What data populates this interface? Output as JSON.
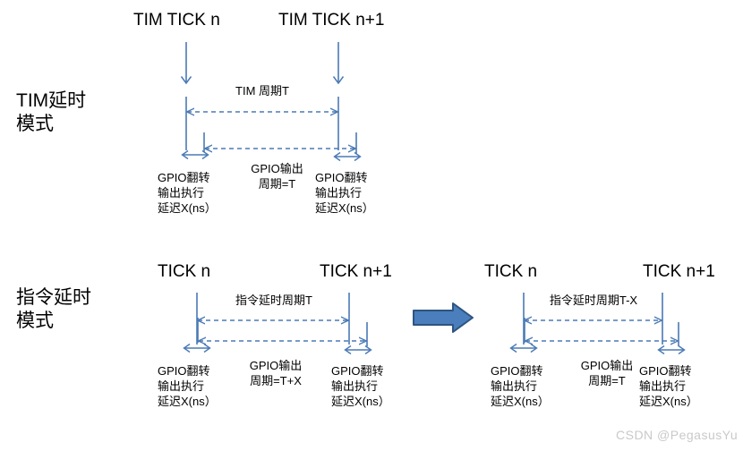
{
  "theme": {
    "line_color": "#4a7ab5",
    "arrow_fill": "#4a7ebc",
    "arrow_stroke": "#2e5481",
    "text_color": "#000000",
    "watermark_color": "#c9c9c9",
    "background": "#ffffff"
  },
  "watermark": {
    "text": "CSDN @PegasusYu"
  },
  "panels": {
    "tim": {
      "mode_label": "TIM延时\n模式",
      "tick_left": "TIM TICK n",
      "tick_right": "TIM TICK n+1",
      "period_label": "TIM 周期T",
      "output_period_label": "GPIO输出\n周期=T",
      "note_left": "GPIO翻转\n输出执行\n延迟X(ns）",
      "note_right": "GPIO翻转\n输出执行\n延迟X(ns）"
    },
    "instr_before": {
      "mode_label": "指令延时\n模式",
      "tick_left": "TICK n",
      "tick_right": "TICK n+1",
      "period_label": "指令延时周期T",
      "output_period_label": "GPIO输出\n周期=T+X",
      "note_left": "GPIO翻转\n输出执行\n延迟X(ns）",
      "note_right": "GPIO翻转\n输出执行\n延迟X(ns）"
    },
    "instr_after": {
      "tick_left": "TICK n",
      "tick_right": "TICK n+1",
      "period_label": "指令延时周期T-X",
      "output_period_label": "GPIO输出\n周期=T",
      "note_left": "GPIO翻转\n输出执行\n延迟X(ns）",
      "note_right": "GPIO翻转\n输出执行\n延迟X(ns）"
    }
  },
  "transition": {
    "icon": "right-arrow"
  }
}
